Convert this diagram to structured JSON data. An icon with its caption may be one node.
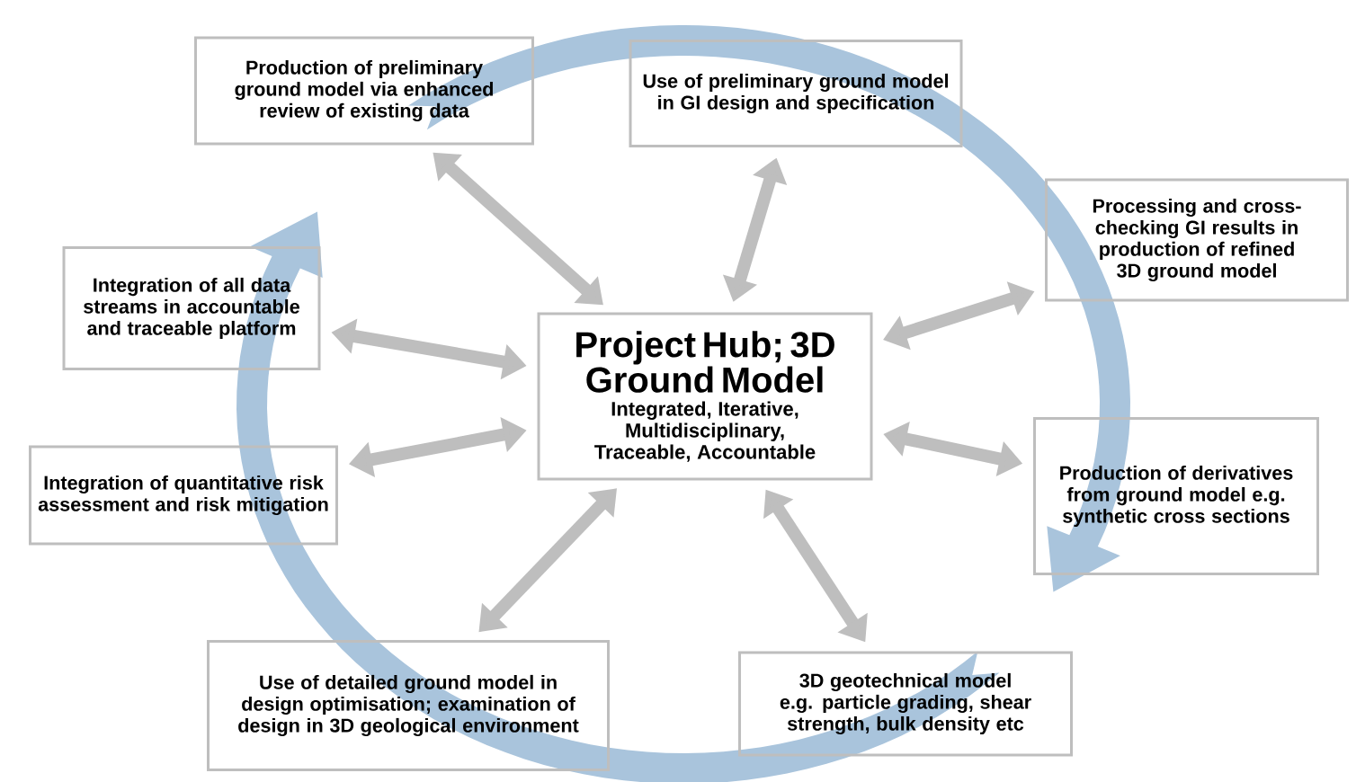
{
  "diagram": {
    "nodes": [
      {
        "text": [
          "Project Hub; 3D Ground Model",
          "Integrated, Iterative, Multidisciplinary, Traceable, Accountable"
        ]
      },
      {
        "text": [
          "Production of preliminary ground model via enhanced review of existing data"
        ]
      },
      {
        "text": [
          "Use of preliminary ground model in GI design and specification"
        ]
      },
      {
        "text": [
          "Processing and cross-checking GI results in production of refined 3D ground model"
        ]
      },
      {
        "text": [
          "Production of derivatives from ground model e.g. synthetic cross sections"
        ]
      },
      {
        "text": [
          "3D geotechnical model e.g. particle grading, shear strength, bulk density etc"
        ]
      },
      {
        "text": [
          "Use of detailed ground model in design optimisation; examination of design in 3D geological environment"
        ]
      },
      {
        "text": [
          "Integration of quantitative risk assessment and risk mitigation"
        ]
      },
      {
        "text": [
          "Integration of all data streams in accountable and traceable platform"
        ]
      }
    ],
    "edges": [
      {
        "from": 0,
        "to": 1,
        "arrow": "both"
      },
      {
        "from": 0,
        "to": 2,
        "arrow": "both"
      },
      {
        "from": 0,
        "to": 3,
        "arrow": "both"
      },
      {
        "from": 0,
        "to": 4,
        "arrow": "both"
      },
      {
        "from": 0,
        "to": 5,
        "arrow": "both"
      },
      {
        "from": 0,
        "to": 6,
        "arrow": "both"
      },
      {
        "from": 0,
        "to": 7,
        "arrow": "both"
      },
      {
        "from": 0,
        "to": 8,
        "arrow": "both"
      }
    ]
  }
}
